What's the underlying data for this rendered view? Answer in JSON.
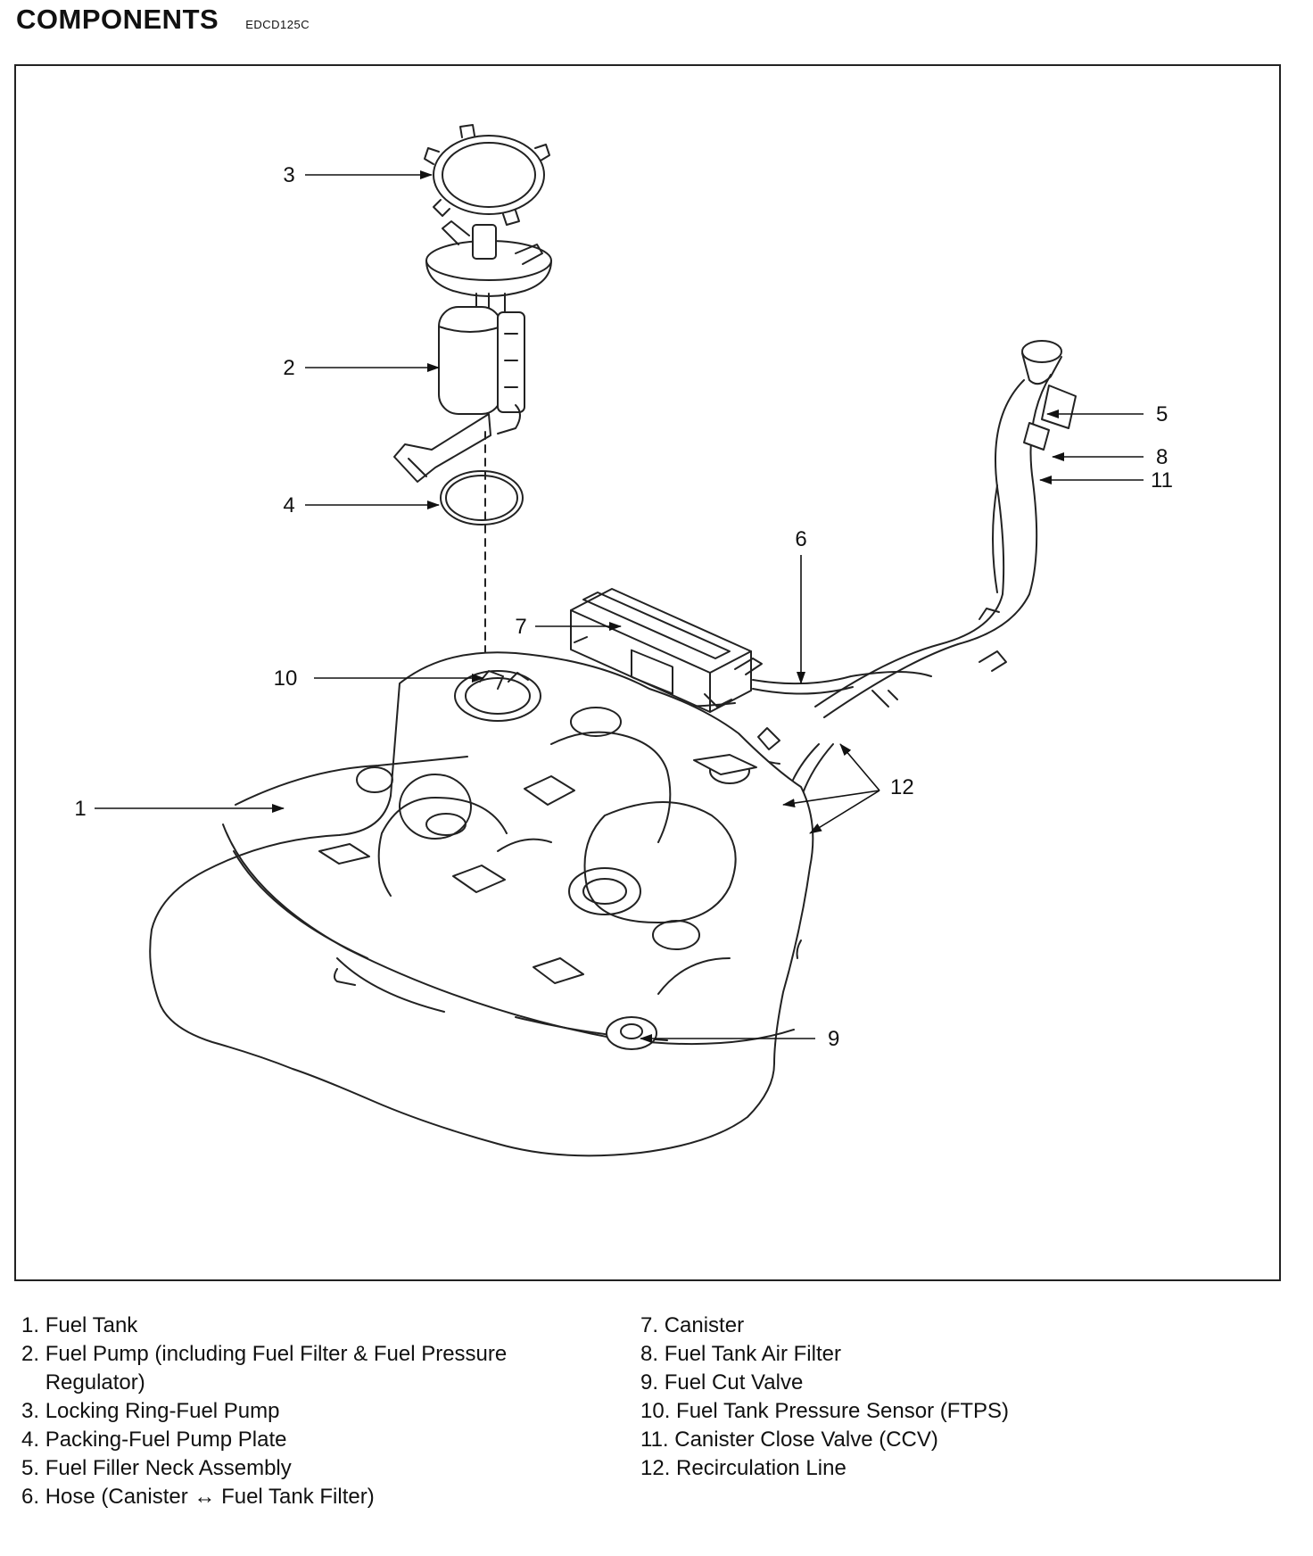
{
  "header": {
    "title": "COMPONENTS",
    "code": "EDCD125C"
  },
  "diagram": {
    "callouts": [
      "1",
      "2",
      "3",
      "4",
      "5",
      "6",
      "7",
      "8",
      "9",
      "10",
      "11",
      "12"
    ]
  },
  "legend": {
    "left": [
      {
        "num": "1.",
        "text": "Fuel Tank"
      },
      {
        "num": "2.",
        "text": "Fuel Pump (including Fuel Filter & Fuel Pressure Regulator)"
      },
      {
        "num": "3.",
        "text": "Locking Ring-Fuel Pump"
      },
      {
        "num": "4.",
        "text": "Packing-Fuel Pump Plate"
      },
      {
        "num": "5.",
        "text": "Fuel Filler Neck Assembly"
      },
      {
        "num": "6.",
        "text": "Hose (Canister ↔ Fuel Tank Filter)"
      }
    ],
    "right": [
      {
        "num": "7.",
        "text": "Canister"
      },
      {
        "num": "8.",
        "text": "Fuel Tank Air Filter"
      },
      {
        "num": "9.",
        "text": "Fuel Cut Valve"
      },
      {
        "num": "10.",
        "text": "Fuel Tank Pressure Sensor (FTPS)"
      },
      {
        "num": "11.",
        "text": "Canister Close Valve (CCV)"
      },
      {
        "num": "12.",
        "text": "Recirculation Line"
      }
    ]
  }
}
